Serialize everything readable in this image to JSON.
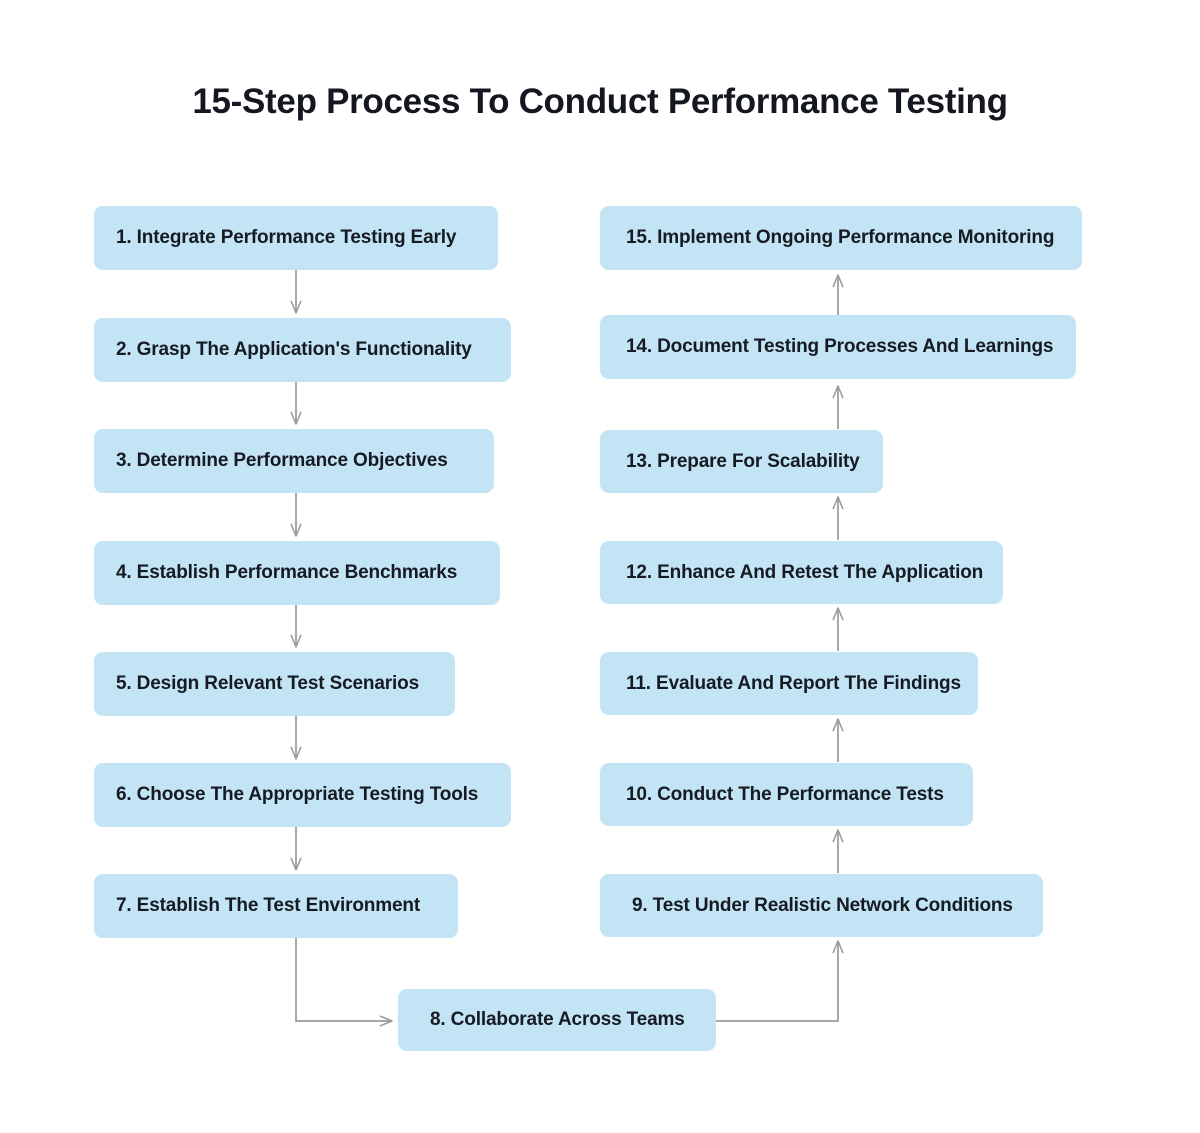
{
  "page": {
    "title": "15-Step Process To Conduct Performance Testing",
    "background_color": "#ffffff",
    "node_fill_color": "#c3e4f4",
    "node_text_color": "#161a23",
    "connector_color": "#9a9a9a"
  },
  "chart_data": {
    "type": "diagram",
    "title": "15-Step Process To Conduct Performance Testing",
    "layout": "two-column serpentine flowchart, left column flows downward, right column flows upward",
    "steps": [
      {
        "number": "1.",
        "text": "Integrate Performance Testing Early",
        "label": "1. Integrate Performance Testing Early",
        "column": "left"
      },
      {
        "number": "2.",
        "text": "Grasp The Application's Functionality",
        "label": "2. Grasp The Application's Functionality",
        "column": "left"
      },
      {
        "number": "3.",
        "text": "Determine Performance Objectives",
        "label": "3.  Determine Performance Objectives",
        "column": "left"
      },
      {
        "number": "4.",
        "text": "Establish Performance Benchmarks",
        "label": "4.  Establish Performance Benchmarks",
        "column": "left"
      },
      {
        "number": "5.",
        "text": "Design Relevant Test Scenarios",
        "label": "5. Design Relevant Test Scenarios",
        "column": "left"
      },
      {
        "number": "6.",
        "text": "Choose The Appropriate Testing Tools",
        "label": "6. Choose The Appropriate Testing Tools",
        "column": "left"
      },
      {
        "number": "7.",
        "text": "Establish The Test Environment",
        "label": "7. Establish The Test Environment",
        "column": "left"
      },
      {
        "number": "8.",
        "text": "Collaborate Across Teams",
        "label": "8. Collaborate Across Teams",
        "column": "center"
      },
      {
        "number": "9.",
        "text": "Test Under Realistic Network Conditions",
        "label": "9. Test Under Realistic Network Conditions",
        "column": "right"
      },
      {
        "number": "10.",
        "text": "Conduct The Performance Tests",
        "label": "10. Conduct The Performance Tests",
        "column": "right"
      },
      {
        "number": "11.",
        "text": "Evaluate And Report The Findings",
        "label": "11. Evaluate And Report The Findings",
        "column": "right"
      },
      {
        "number": "12.",
        "text": "Enhance And Retest The Application",
        "label": "12. Enhance And Retest The Application",
        "column": "right"
      },
      {
        "number": "13.",
        "text": "Prepare For Scalability",
        "label": "13. Prepare For Scalability",
        "column": "right"
      },
      {
        "number": "14.",
        "text": "Document Testing Processes And Learnings",
        "label": "14.  Document Testing Processes And Learnings",
        "column": "right"
      },
      {
        "number": "15.",
        "text": "Implement Ongoing Performance Monitoring",
        "label": "15.  Implement Ongoing Performance Monitoring",
        "column": "right"
      }
    ],
    "connections": [
      {
        "from": "1",
        "to": "2",
        "direction": "down"
      },
      {
        "from": "2",
        "to": "3",
        "direction": "down"
      },
      {
        "from": "3",
        "to": "4",
        "direction": "down"
      },
      {
        "from": "4",
        "to": "5",
        "direction": "down"
      },
      {
        "from": "5",
        "to": "6",
        "direction": "down"
      },
      {
        "from": "6",
        "to": "7",
        "direction": "down"
      },
      {
        "from": "7",
        "to": "8",
        "direction": "down-then-right"
      },
      {
        "from": "8",
        "to": "9",
        "direction": "right-then-up"
      },
      {
        "from": "9",
        "to": "10",
        "direction": "up"
      },
      {
        "from": "10",
        "to": "11",
        "direction": "up"
      },
      {
        "from": "11",
        "to": "12",
        "direction": "up"
      },
      {
        "from": "12",
        "to": "13",
        "direction": "up"
      },
      {
        "from": "13",
        "to": "14",
        "direction": "up"
      },
      {
        "from": "14",
        "to": "15",
        "direction": "up"
      }
    ]
  }
}
